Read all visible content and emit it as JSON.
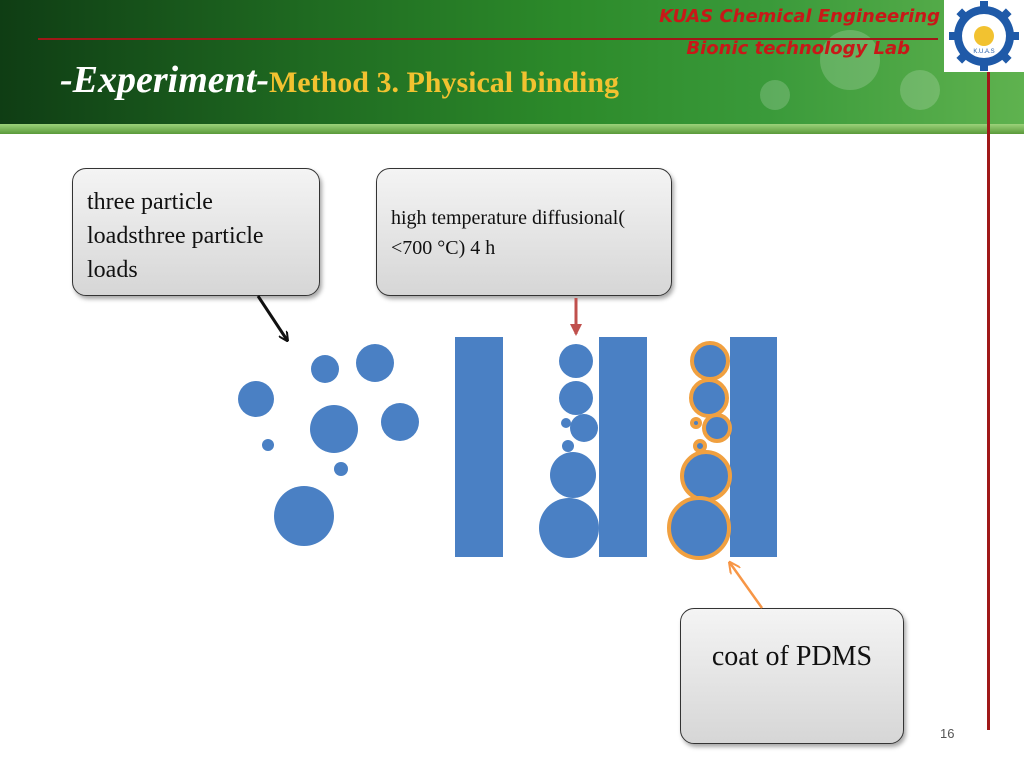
{
  "header": {
    "affiliation_line1": "KUAS Chemical Engineering",
    "affiliation_line2": "Bionic  technology  Lab",
    "title_part1": "-Experiment-",
    "title_part2": "Method 3. Physical binding",
    "logo_text": "K.U.A.S"
  },
  "callouts": {
    "particles": "three  particle loadsthree particle loads",
    "diffusion": "high temperature diffusional( <700 °C) 4 h",
    "coat": "coat of PDMS"
  },
  "slide_number": "16",
  "colors": {
    "particle": "#4a80c4",
    "coating": "#f0a040",
    "header_green": "#2c8a2a",
    "title_accent": "#f2c230",
    "affiliation_red": "#c81818",
    "arrow_red": "#c0504d",
    "arrow_orange": "#f79646"
  }
}
